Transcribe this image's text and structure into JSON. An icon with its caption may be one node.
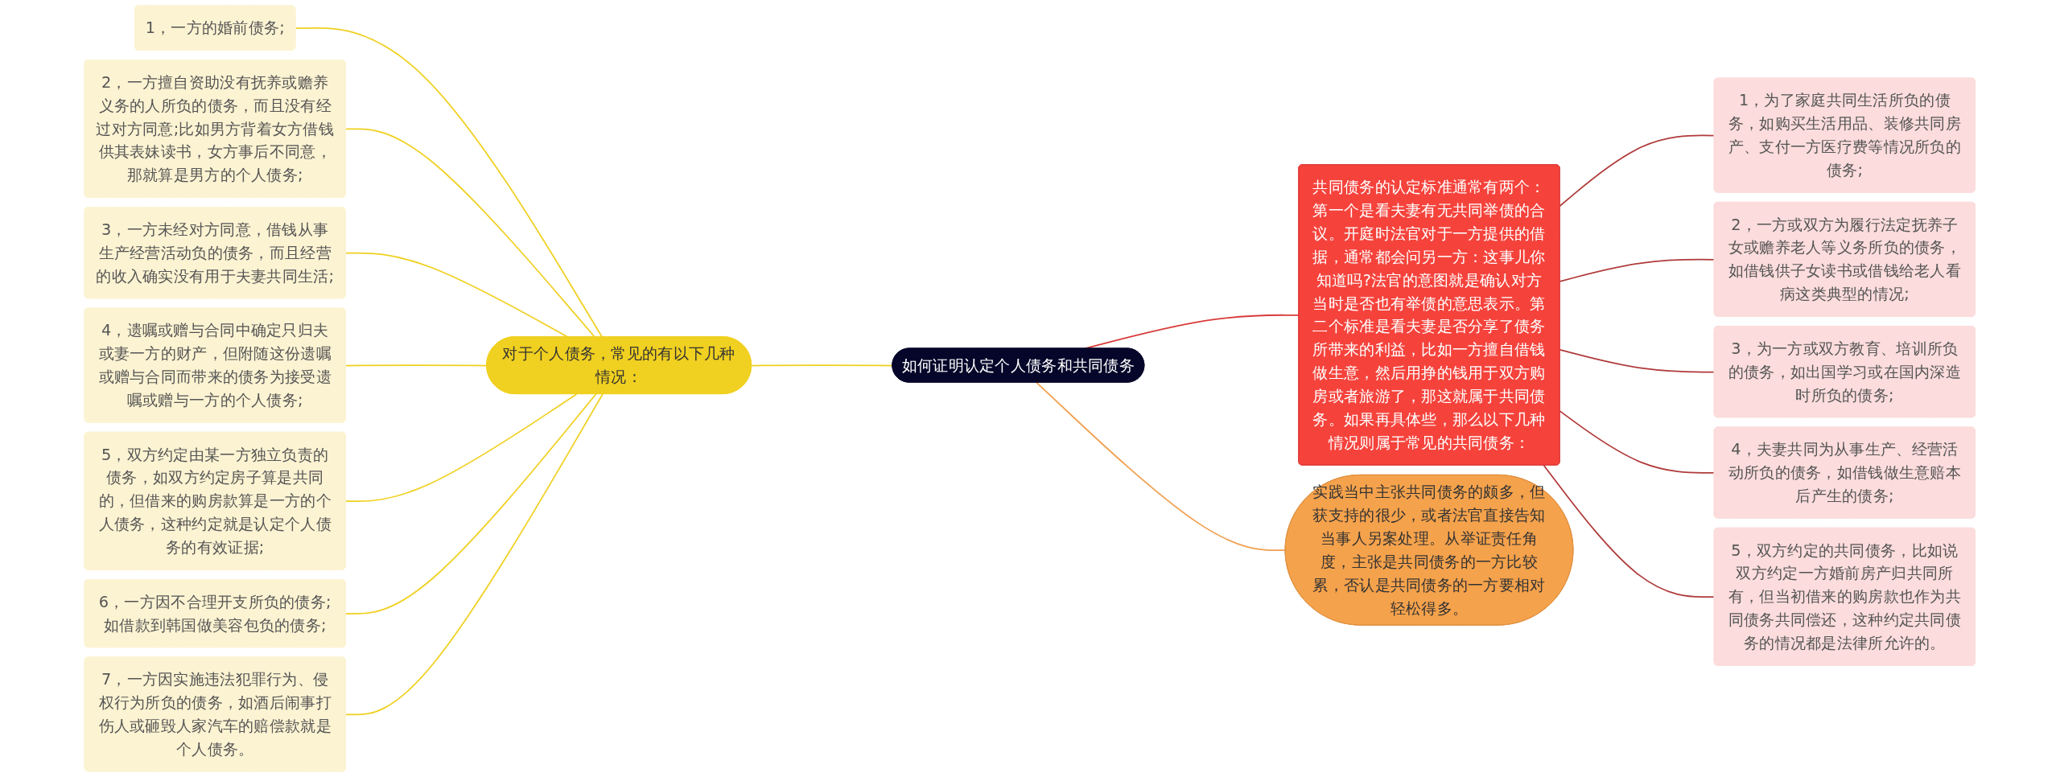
{
  "diagram": {
    "nodes": [
      {
        "text": [
          "如何证明认定个人债务和共同债务"
        ]
      },
      {
        "text": [
          "对于个人债务，常见的有以下几种情况："
        ]
      },
      {
        "text": [
          "1，一方的婚前债务;"
        ]
      },
      {
        "text": [
          "2，一方擅自资助没有抚养或赡养义务的人所负的债务，而且没有经过对方同意;比如男方背着女方借钱供其表妹读书，女方事后不同意，那就算是男方的个人债务;"
        ]
      },
      {
        "text": [
          "3，一方未经对方同意，借钱从事生产经营活动负的债务，而且经营的收入确实没有用于夫妻共同生活;"
        ]
      },
      {
        "text": [
          "4，遗嘱或赠与合同中确定只归夫或妻一方的财产，但附随这份遗嘱或赠与合同而带来的债务为接受遗嘱或赠与一方的个人债务;"
        ]
      },
      {
        "text": [
          "5，双方约定由某一方独立负责的债务，如双方约定房子算是共同的，但借来的购房款算是一方的个人债务，这种约定就是认定个人债务的有效证据;"
        ]
      },
      {
        "text": [
          "6，一方因不合理开支所负的债务;如借款到韩国做美容包负的债务;"
        ]
      },
      {
        "text": [
          "7，一方因实施违法犯罪行为、侵权行为所负的债务，如酒后闹事打伤人或砸毁人家汽车的赔偿款就是个人债务。"
        ]
      },
      {
        "text": [
          "共同债务的认定标准通常有两个：第一个是看夫妻有无共同举债的合议。开庭时法官对于一方提供的借据，通常都会问另一方：这事儿你知道吗?法官的意图就是确认对方当时是否也有举债的意思表示。第二个标准是看夫妻是否分享了债务所带来的利益，比如一方擅自借钱做生意，然后用挣的钱用于双方购房或者旅游了，那这就属于共同债务。如果再具体些，那么以下几种情况则属于常见的共同债务："
        ]
      },
      {
        "text": [
          "1，为了家庭共同生活所负的债务，如购买生活用品、装修共同房产、支付一方医疗费等情况所负的债务;"
        ]
      },
      {
        "text": [
          "2，一方或双方为履行法定抚养子女或赡养老人等义务所负的债务，如借钱供子女读书或借钱给老人看病这类典型的情况;"
        ]
      },
      {
        "text": [
          "3，为一方或双方教育、培训所负的债务，如出国学习或在国内深造时所负的债务;"
        ]
      },
      {
        "text": [
          "4，夫妻共同为从事生产、经营活动所负的债务，如借钱做生意赔本后产生的债务;"
        ]
      },
      {
        "text": [
          "5，双方约定的共同债务，比如说双方约定一方婚前房产归共同所有，但当初借来的购房款也作为共同债务共同偿还，这种约定共同债务的情况都是法律所允许的。"
        ]
      },
      {
        "text": [
          "实践当中主张共同债务的颇多，但获支持的很少，或者法官直接告知当事人另案处理。从举证责任角度，主张是共同债务的一方比较累，否认是共同债务的一方要相对轻松得多。"
        ]
      }
    ],
    "edges": [
      {
        "from": 1,
        "to": 0,
        "arrow": "none",
        "color": "#f0d020"
      },
      {
        "from": 2,
        "to": 1,
        "arrow": "none",
        "color": "#f0d020"
      },
      {
        "from": 3,
        "to": 1,
        "arrow": "none",
        "color": "#f0d020"
      },
      {
        "from": 4,
        "to": 1,
        "arrow": "none",
        "color": "#f0d020"
      },
      {
        "from": 5,
        "to": 1,
        "arrow": "none",
        "color": "#f0d020"
      },
      {
        "from": 6,
        "to": 1,
        "arrow": "none",
        "color": "#f0d020"
      },
      {
        "from": 7,
        "to": 1,
        "arrow": "none",
        "color": "#f0d020"
      },
      {
        "from": 8,
        "to": 1,
        "arrow": "none",
        "color": "#f0d020"
      },
      {
        "from": 0,
        "to": 9,
        "arrow": "none",
        "color": "#d93a3a"
      },
      {
        "from": 9,
        "to": 10,
        "arrow": "none",
        "color": "#b03a3a"
      },
      {
        "from": 9,
        "to": 11,
        "arrow": "none",
        "color": "#b03a3a"
      },
      {
        "from": 9,
        "to": 12,
        "arrow": "none",
        "color": "#b03a3a"
      },
      {
        "from": 9,
        "to": 13,
        "arrow": "none",
        "color": "#b03a3a"
      },
      {
        "from": 9,
        "to": 14,
        "arrow": "none",
        "color": "#b03a3a"
      },
      {
        "from": 0,
        "to": 15,
        "arrow": "none",
        "color": "#f0a050"
      }
    ]
  }
}
